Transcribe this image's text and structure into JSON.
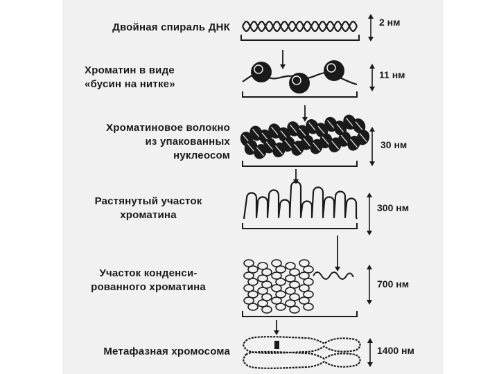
{
  "colors": {
    "ink": "#1a1a1a",
    "paper": "#f1f1f1"
  },
  "stages": [
    {
      "lines": [
        "Двойная спираль ДНК"
      ],
      "size": "2 нм"
    },
    {
      "lines": [
        "Хроматин в виде",
        "«бусин на нитке»"
      ],
      "size": "11 нм"
    },
    {
      "lines": [
        "Хроматиновое волокно",
        "из упакованных",
        "нуклеосом"
      ],
      "size": "30 нм"
    },
    {
      "lines": [
        "Растянутый участок",
        "хроматина"
      ],
      "size": "300 нм"
    },
    {
      "lines": [
        "Участок конденси-",
        "рованного хроматина"
      ],
      "size": "700 нм"
    },
    {
      "lines": [
        "Метафазная хромосома"
      ],
      "size": "1400 нм"
    }
  ]
}
